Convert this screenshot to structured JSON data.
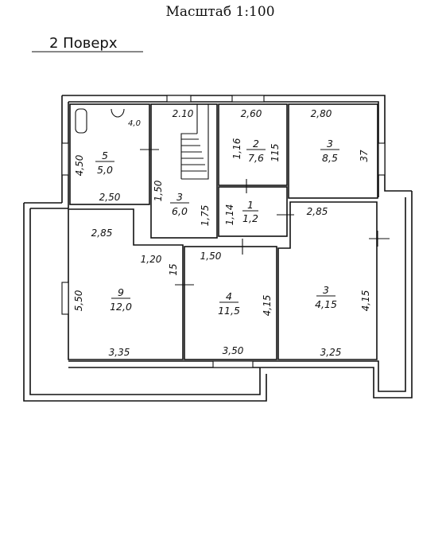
{
  "header": {
    "scale": "Масштаб 1:100",
    "floor_title": "2 Поверх"
  },
  "rooms": [
    {
      "number": "5",
      "area": "5,0"
    },
    {
      "number": "3",
      "area": "6,0"
    },
    {
      "number": "2",
      "area": "7,6"
    },
    {
      "number": "3",
      "area": "8,5"
    },
    {
      "number": "1",
      "area": "1,2"
    },
    {
      "number": "9",
      "area": "12,0"
    },
    {
      "number": "4",
      "area": "11,5"
    },
    {
      "number": "3",
      "area": "4,15"
    }
  ],
  "dimensions": {
    "r5_w": "2,50",
    "r5_h": "4,50",
    "r5_small": "4,0",
    "r3a_top": "2.10",
    "r3a_left": "1,50",
    "r3a_right": "1,75",
    "r2_top": "2,60",
    "r2_left": "1,16",
    "r2_right": "115",
    "r3b_top": "2,80",
    "r3b_right": "37",
    "r1_left": "1,14",
    "r9_top": "2,85",
    "r9_left": "5,50",
    "r9_bottom": "3,35",
    "r9_nook": "1,20",
    "r9_right": "15",
    "r4_top": "1,50",
    "r4_bottom": "3,50",
    "r4_right": "4,15",
    "r3c_top": "2,85",
    "r3c_right": "4,15",
    "r3c_bottom": "3,25"
  }
}
